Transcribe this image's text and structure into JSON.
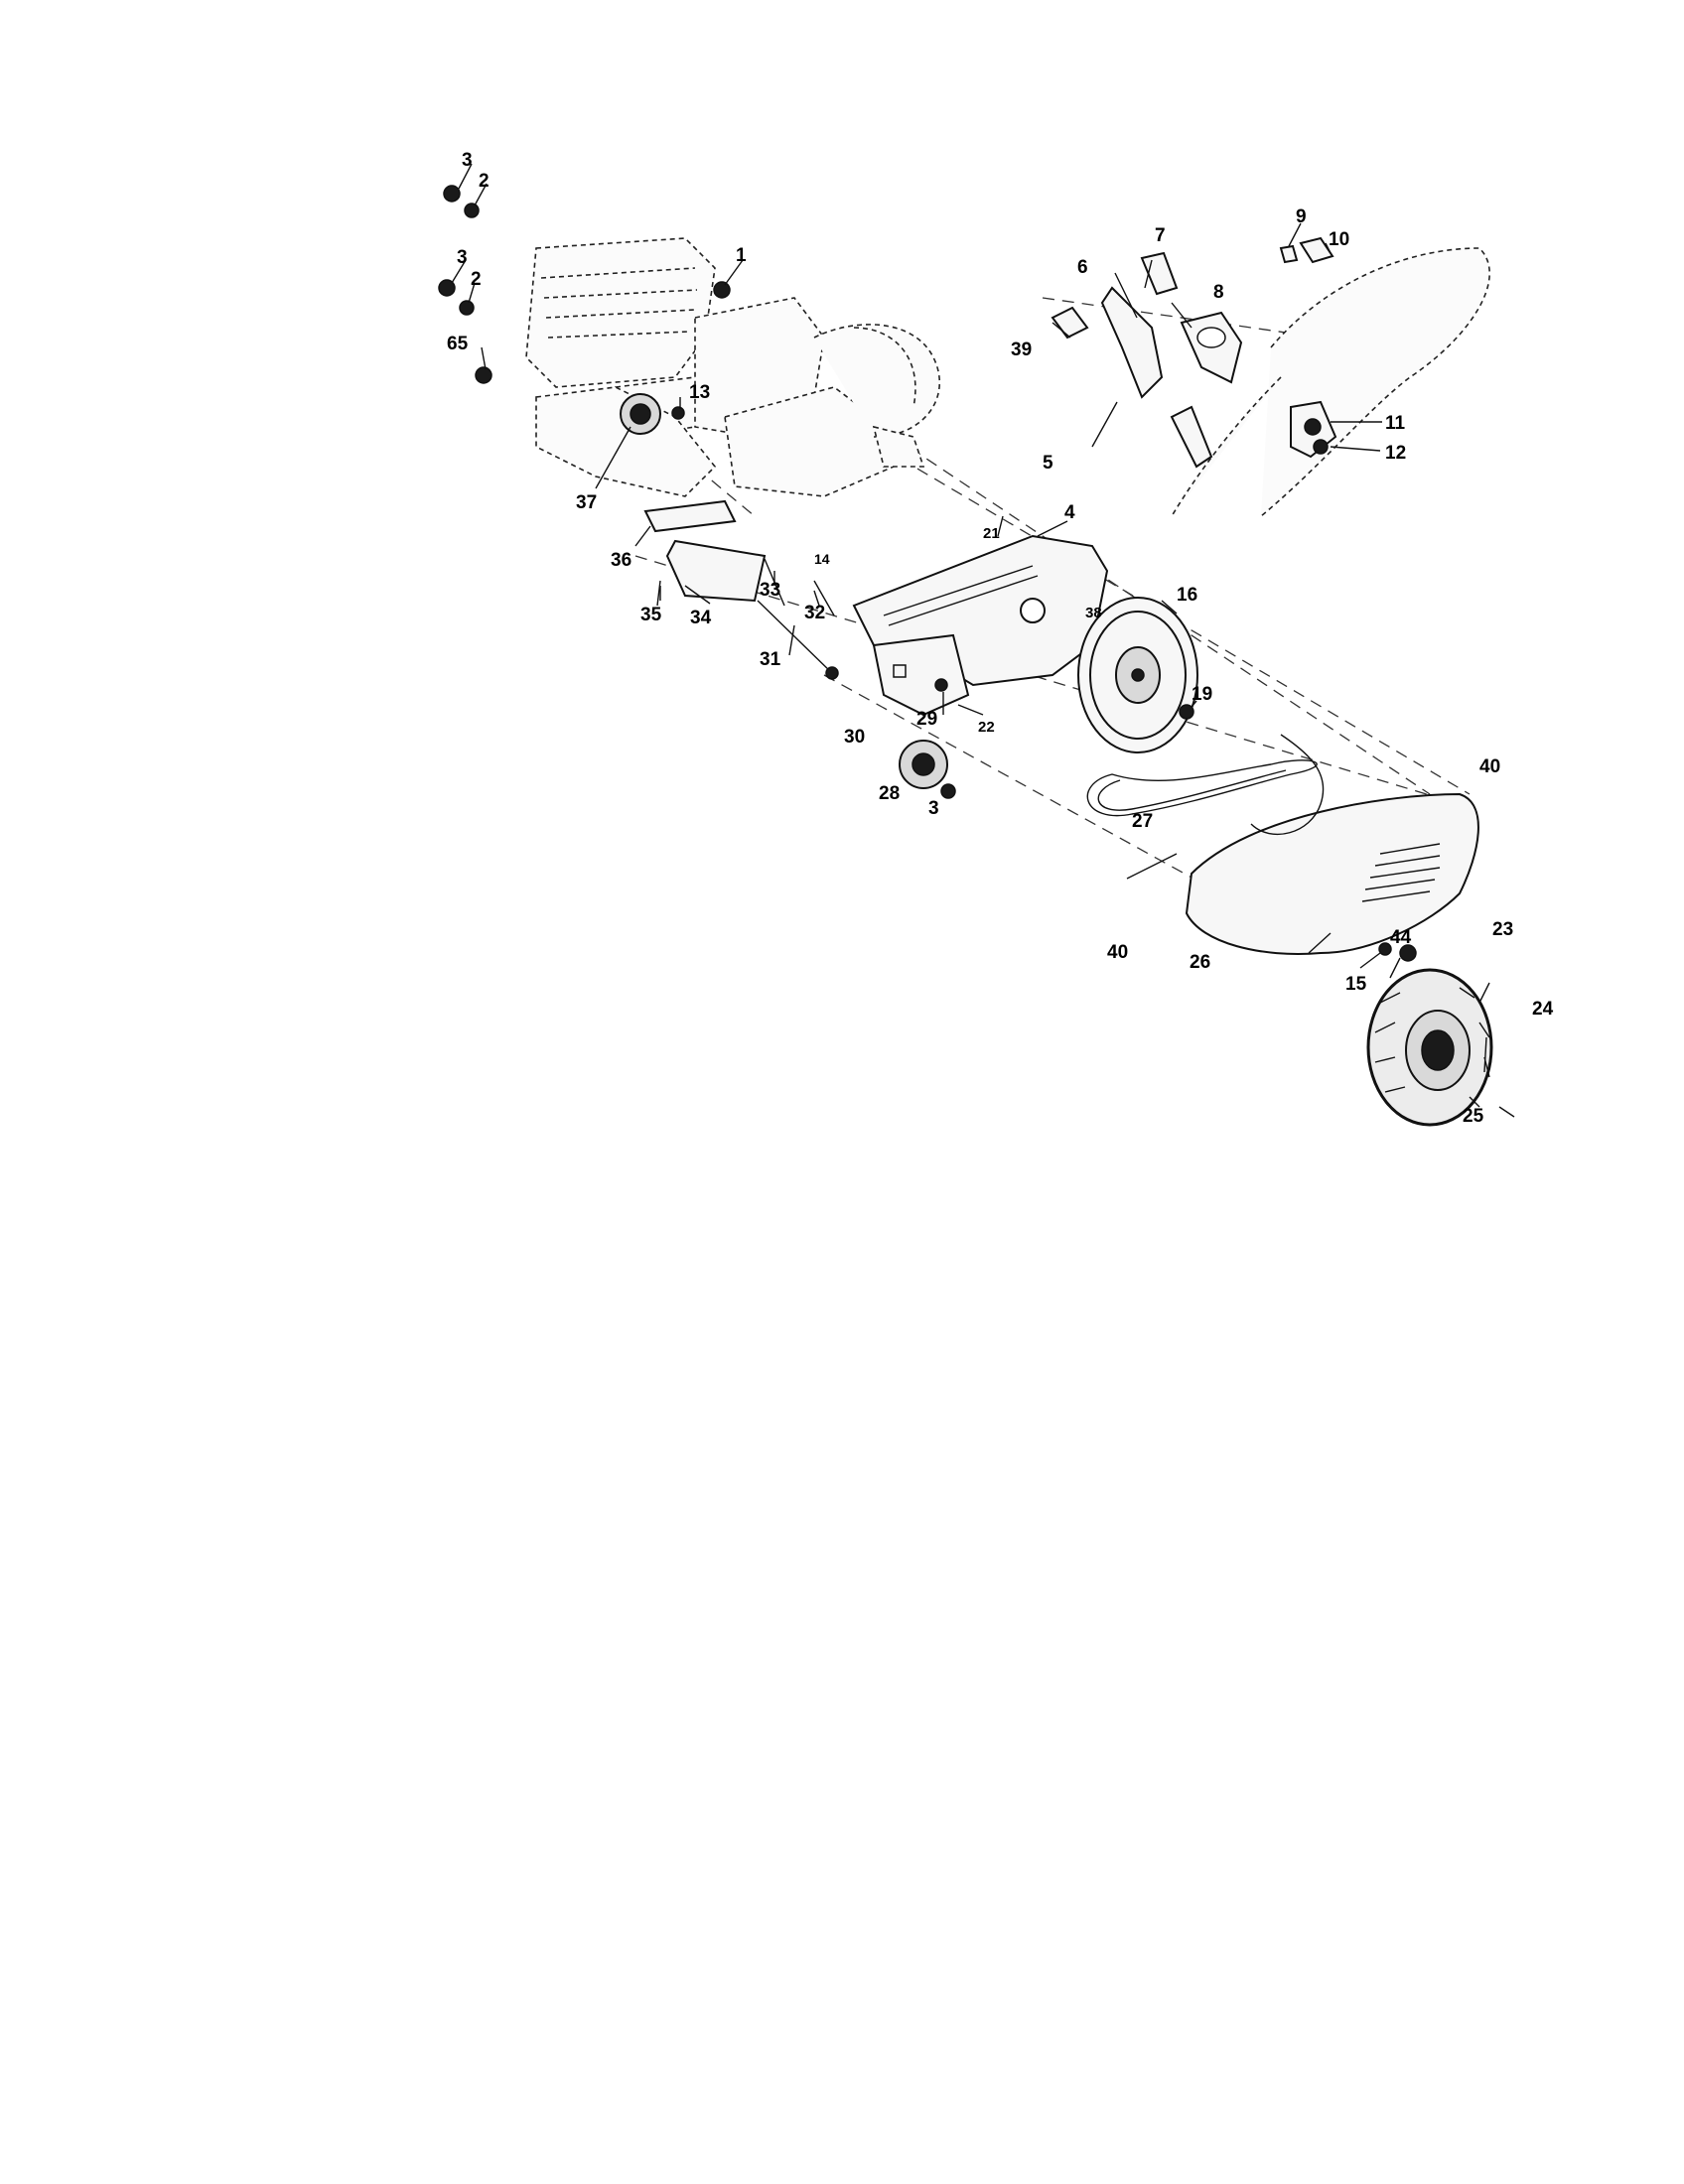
{
  "diagram": {
    "callouts": [
      "3",
      "2",
      "3",
      "2",
      "1",
      "65",
      "13",
      "37",
      "36",
      "35",
      "34",
      "33",
      "32",
      "31",
      "14",
      "21",
      "4",
      "38",
      "16",
      "19",
      "22",
      "29",
      "30",
      "28",
      "3",
      "27",
      "40",
      "40",
      "26",
      "23",
      "44",
      "15",
      "24",
      "25",
      "7",
      "6",
      "39",
      "5",
      "8",
      "9",
      "10",
      "11",
      "12"
    ]
  }
}
